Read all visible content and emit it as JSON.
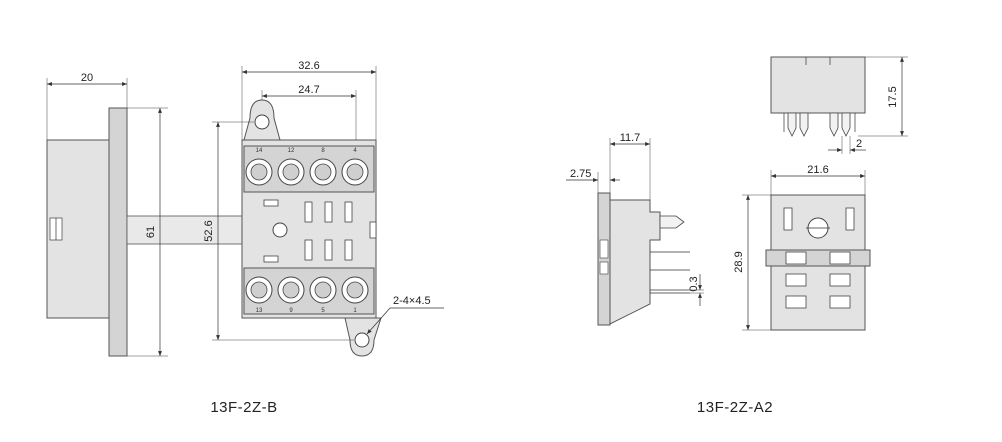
{
  "captions": {
    "left_model": "13F-2Z-B",
    "right_model": "13F-2Z-A2"
  },
  "dimensions": {
    "b_side_depth": "20",
    "b_side_height": "61",
    "b_overall_width": "32.6",
    "b_hole_pitch": "24.7",
    "b_hole_spacing": "52.6",
    "b_mount_holes": "2-4×4.5",
    "a2_depth": "11.7",
    "a2_flange": "2.75",
    "a2_pin_thickness": "0.3",
    "a2_width": "21.6",
    "a2_height": "28.9",
    "a2_pin_height": "17.5",
    "a2_pin_pitch": "2"
  },
  "terminals": {
    "top": [
      "14",
      "12",
      "8",
      "4"
    ],
    "bottom": [
      "13",
      "9",
      "5",
      "1"
    ]
  }
}
